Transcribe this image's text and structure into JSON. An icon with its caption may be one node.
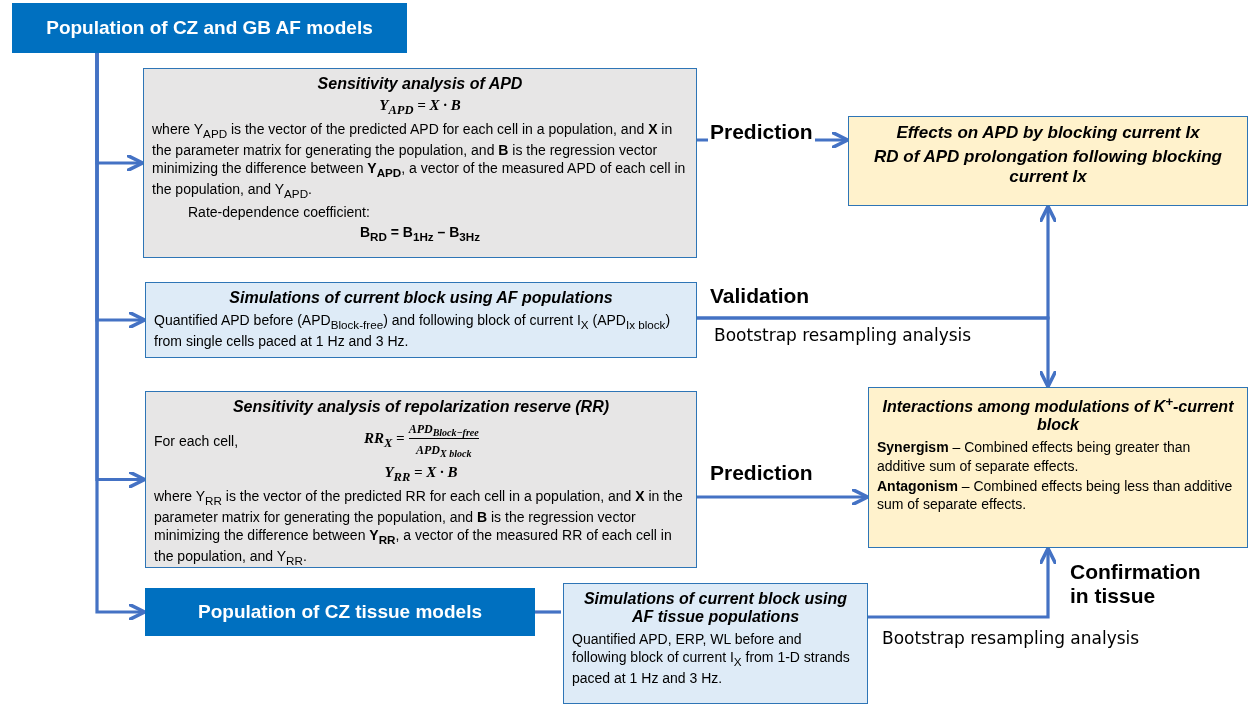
{
  "diagram": {
    "nodes": [
      {
        "text": [
          "Population of CZ and GB AF models"
        ]
      },
      {
        "text": [
          "Sensitivity analysis of APD",
          "Y$_{APD}$ = X · B",
          "where Y$_{APD}$ is the vector of the predicted APD for each cell in a population, and **X** in the parameter matrix for generating the population, and **B** is the regression vector minimizing the difference between **Y$_{APD}$**, a vector of the measured APD of each cell in the population, and Y$_{APD}$.",
          "Rate-dependence coefficient:",
          "B$_{RD}$ = B$_{1Hz}$ – B$_{3Hz}$"
        ]
      },
      {
        "text": [
          "Simulations of current block using AF populations",
          "Quantified APD before (APD$_{Block-free}$) and following block of current I$_{X}$ (APD$_{Ix block}$) from single cells paced at 1 Hz and 3 Hz."
        ]
      },
      {
        "text": [
          "Sensitivity analysis of repolarization reserve (RR)",
          "For each cell,",
          "RR$_{X}$ =",
          "APD$_{Block−free}$",
          "APD$_{X block}$",
          "Y$_{RR}$ = X · B",
          "where Y$_{RR}$ is the vector of the predicted RR for each cell in a population, and **X** in the parameter matrix for generating the population, and **B** is the regression vector minimizing the difference between **Y$_{RR}$**, a vector of the measured RR of each cell in the population, and Y$_{RR}$."
        ]
      },
      {
        "text": [
          "Population of CZ tissue models"
        ]
      },
      {
        "text": [
          "Simulations of current block using AF tissue populations",
          "Quantified APD, ERP, WL before and following block of current I$_{X}$ from 1-D strands paced at 1 Hz and 3 Hz."
        ]
      },
      {
        "text": [
          "Effects on APD by blocking current Ix",
          "RD of APD prolongation following blocking current Ix"
        ]
      },
      {
        "text": [
          "Interactions among modulations of K$^{+}$-current block",
          "**Synergism** – Combined effects being greater than additive sum of separate effects.",
          "**Antagonism** – Combined effects being less than additive sum of separate effects."
        ]
      }
    ],
    "edges": [
      {
        "from": 0,
        "to": 1,
        "arrow": "to"
      },
      {
        "from": 0,
        "to": 2,
        "arrow": "to"
      },
      {
        "from": 0,
        "to": 3,
        "arrow": "to"
      },
      {
        "from": 0,
        "to": 4,
        "arrow": "to"
      },
      {
        "from": 1,
        "to": 6,
        "arrow": "to",
        "label": "Prediction"
      },
      {
        "from": 2,
        "to": 6,
        "arrow": "to",
        "label": "Validation"
      },
      {
        "from": 2,
        "to": 7,
        "arrow": "to"
      },
      {
        "from": 3,
        "to": 7,
        "arrow": "to",
        "label": "Prediction"
      },
      {
        "from": 4,
        "to": 5,
        "arrow": "none"
      },
      {
        "from": 5,
        "to": 7,
        "arrow": "to",
        "label": "Confirmation in tissue"
      }
    ],
    "labels": [
      "Bootstrap resampling analysis",
      "Bootstrap resampling analysis"
    ]
  }
}
